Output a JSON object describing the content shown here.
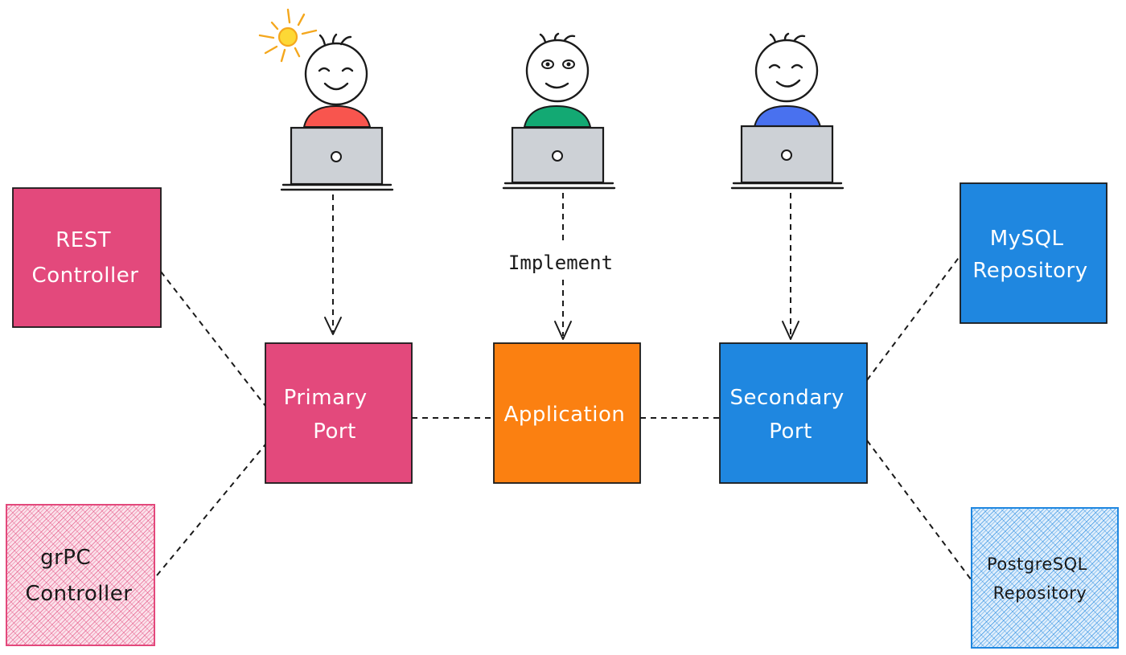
{
  "nodes": {
    "rest_controller": {
      "lines": [
        "REST",
        "Controller"
      ],
      "color": "#e3497c"
    },
    "grpc_controller": {
      "lines": [
        "grPC",
        "Controller"
      ],
      "color": "#e3497c"
    },
    "primary_port": {
      "lines": [
        "Primary",
        "Port"
      ],
      "color": "#e3497c"
    },
    "application": {
      "lines": [
        "Application"
      ],
      "color": "#fb8011"
    },
    "secondary_port": {
      "lines": [
        "Secondary",
        "Port"
      ],
      "color": "#1f87e0"
    },
    "mysql_repository": {
      "lines": [
        "MySQL",
        "Repository"
      ],
      "color": "#1f87e0"
    },
    "postgresql_repository": {
      "lines": [
        "PostgreSQL",
        "Repository"
      ],
      "color": "#1f87e0"
    }
  },
  "edges": {
    "implement_label": "Implement"
  },
  "people": [
    {
      "shirt_color": "#f8554e",
      "icon": "person-at-laptop-icon",
      "extra_icon": "sun-icon"
    },
    {
      "shirt_color": "#13a973",
      "icon": "person-at-laptop-icon"
    },
    {
      "shirt_color": "#4971ef",
      "icon": "person-at-laptop-icon"
    }
  ]
}
